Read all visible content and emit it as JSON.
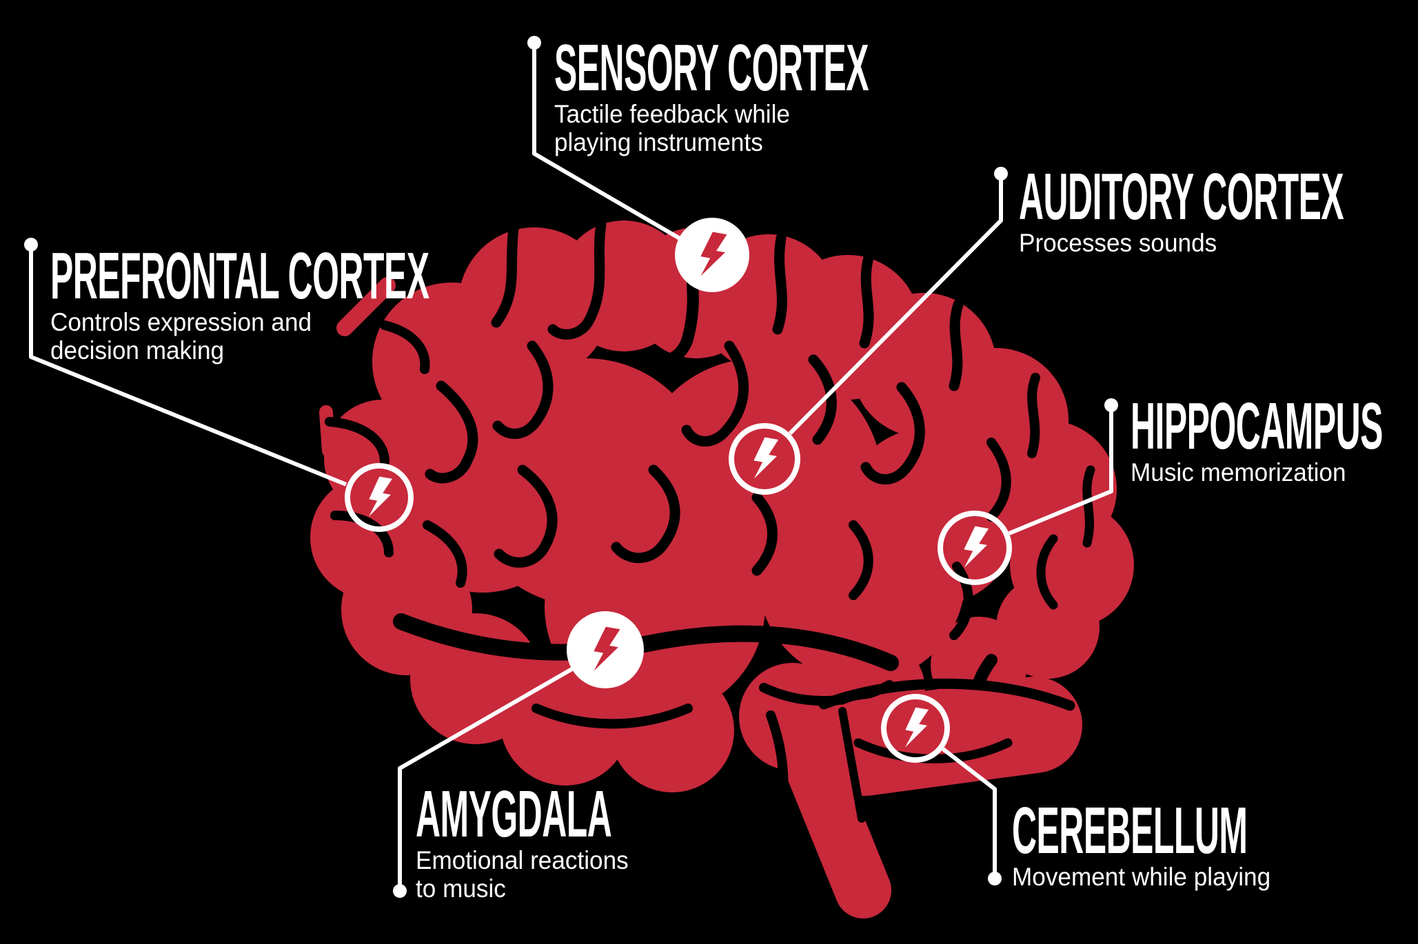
{
  "colors": {
    "background": "#000000",
    "brain_red": "#C8293B",
    "label_text": "#FFFFFF",
    "connector": "#FFFFFF"
  },
  "regions": [
    {
      "id": "sensory-cortex",
      "title": "SENSORY CORTEX",
      "desc_lines": [
        "Tactile feedback while",
        "playing instruments"
      ],
      "icon": "lightning-bolt-icon",
      "icon_style": "solid-disc"
    },
    {
      "id": "auditory-cortex",
      "title": "AUDITORY CORTEX",
      "desc_lines": [
        "Processes sounds"
      ],
      "icon": "lightning-bolt-icon",
      "icon_style": "ring"
    },
    {
      "id": "prefrontal-cortex",
      "title": "PREFRONTAL CORTEX",
      "desc_lines": [
        "Controls expression and",
        "decision making"
      ],
      "icon": "lightning-bolt-icon",
      "icon_style": "ring"
    },
    {
      "id": "hippocampus",
      "title": "HIPPOCAMPUS",
      "desc_lines": [
        "Music memorization"
      ],
      "icon": "lightning-bolt-icon",
      "icon_style": "ring"
    },
    {
      "id": "amygdala",
      "title": "AMYGDALA",
      "desc_lines": [
        "Emotional reactions",
        "to music"
      ],
      "icon": "lightning-bolt-icon",
      "icon_style": "solid-disc"
    },
    {
      "id": "cerebellum",
      "title": "CEREBELLUM",
      "desc_lines": [
        "Movement while playing"
      ],
      "icon": "lightning-bolt-icon",
      "icon_style": "ring"
    }
  ]
}
